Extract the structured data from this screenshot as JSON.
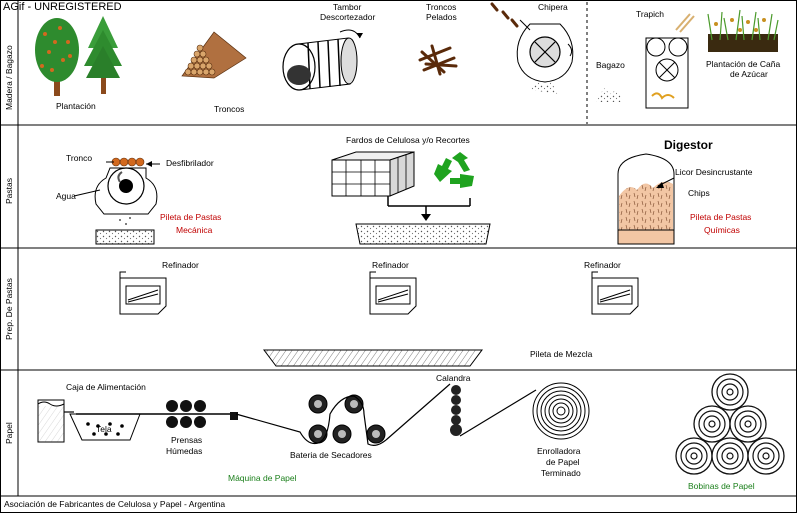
{
  "watermark": "AGif - UNREGISTERED",
  "footer": "Asociación de Fabricantes de Celulosa y Papel - Argentina",
  "sections": {
    "madera": "Madera / Bagazo",
    "pastas": "Pastas",
    "prep": "Prep. De Pastas",
    "papel": "Papel"
  },
  "madera": {
    "plantacion": "Plantación",
    "troncos": "Troncos",
    "tambor_1": "Tambor",
    "tambor_2": "Descortezador",
    "pelados_1": "Troncos",
    "pelados_2": "Pelados",
    "chipera": "Chipera",
    "bagazo": "Bagazo",
    "trapich": "Trapich",
    "cana_1": "Plantación de Caña",
    "cana_2": "de Azúcar"
  },
  "pastas": {
    "tronco": "Tronco",
    "desfibrilador": "Desfibrilador",
    "agua": "Agua",
    "pileta_mec_1": "Pileta de Pastas",
    "pileta_mec_2": "Mecánica",
    "fardos": "Fardos de Celulosa y/o Recortes",
    "digestor": "Digestor",
    "licor": "Licor Desincrustante",
    "chips": "Chips",
    "pileta_quim_1": "Pileta de Pastas",
    "pileta_quim_2": "Químicas"
  },
  "prep": {
    "refinador": "Refinador",
    "pileta_mezcla": "Pileta de Mezcla"
  },
  "papel": {
    "caja": "Caja de Alimentación",
    "tela": "Tela",
    "prensas_1": "Prensas",
    "prensas_2": "Húmedas",
    "calandra": "Calandra",
    "secadores": "Bateria de Secadores",
    "maquina": "Máquina de Papel",
    "enrolladora_1": "Enrolladora",
    "enrolladora_2": "de Papel",
    "enrolladora_3": "Terminado",
    "bobinas": "Bobinas de Papel"
  },
  "colors": {
    "red_label": "#c00000",
    "green_label": "#1a7f1a",
    "foliage": "#2e8b2e",
    "fruit": "#d2691e",
    "wood": "#8b4a1c",
    "chips": "#e8b894",
    "digestor_fill": "#f2c6a4",
    "recycle": "#1fa31f"
  }
}
